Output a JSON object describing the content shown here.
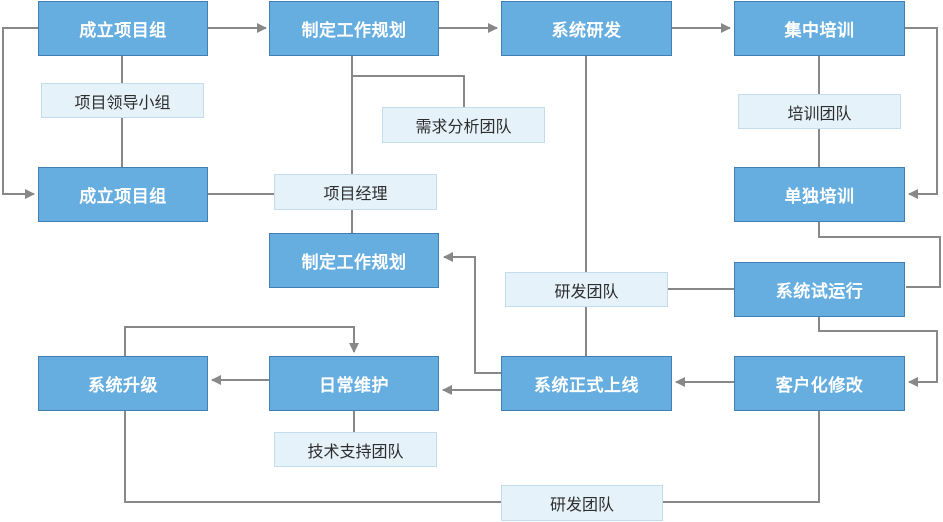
{
  "colors": {
    "node_fill": "#67aee0",
    "node_border": "#3f7fb3",
    "label_fill": "#e6f2fa",
    "connector": "#888888"
  },
  "nodes": {
    "n1": "成立项目组",
    "n2": "制定工作规划",
    "n3": "系统研发",
    "n4": "集中培训",
    "n5": "成立项目组",
    "n6": "制定工作规划",
    "n7": "单独培训",
    "n8": "系统试运行",
    "n9": "系统升级",
    "n10": "日常维护",
    "n11": "系统正式上线",
    "n12": "客户化修改"
  },
  "labels": {
    "l1": "项目领导小组",
    "l2": "需求分析团队",
    "l3": "培训团队",
    "l4": "项目经理",
    "l5": "研发团队",
    "l6": "技术支持团队",
    "l7": "研发团队"
  }
}
